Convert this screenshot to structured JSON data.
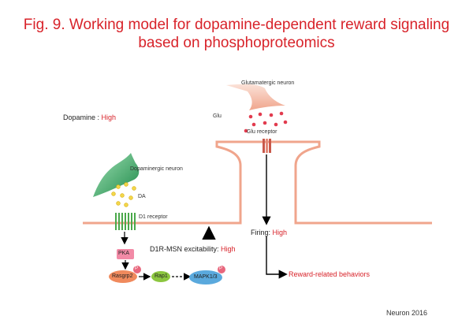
{
  "title": {
    "line1": "Fig. 9. Working model for dopamine-dependent reward signaling",
    "line2": "based on phosphoproteomics"
  },
  "labels": {
    "dopamine_label": "Dopamine :",
    "dopamine_value": "High",
    "glutamatergic_neuron": "Glutamatergic neuron",
    "glu": "Glu",
    "glu_receptor": "Glu receptor",
    "dopaminergic_neuron": "Dopaminergic neuron",
    "da": "DA",
    "d1_receptor": "D1 receptor",
    "pka": "PKA",
    "rasgrp2": "Rasgrp2",
    "rap1": "Rap1",
    "mapk": "MAPK1/3",
    "phospho_mark": "P",
    "excitability_label": "D1R-MSN excitability:",
    "excitability_value": "High",
    "firing_label": "Firing:",
    "firing_value": "High",
    "reward": "Reward-related behaviors",
    "citation": "Neuron 2016"
  },
  "colors": {
    "title_red": "#d8232a",
    "membrane": "#f0a58c",
    "dopaminergic_green": "#2e9e5b",
    "da_yellow": "#e8c21a",
    "glu_red": "#e23b4e",
    "pka_pink": "#f28aa6",
    "rasgrp2_orange": "#f08a5d",
    "rap1_green": "#8cc63f",
    "mapk_blue": "#5aa9dd",
    "phospho_circle": "#e8677d"
  }
}
